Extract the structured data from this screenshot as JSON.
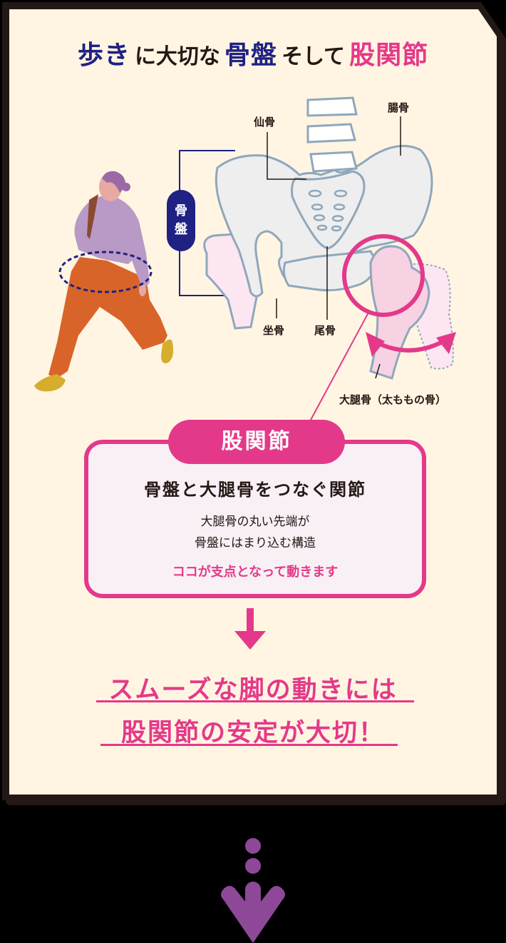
{
  "title": {
    "part1": "歩き",
    "part2": "に大切な",
    "part3": "骨盤",
    "part4": "そして",
    "part5": "股関節"
  },
  "colors": {
    "navy": "#1f2183",
    "pink": "#e4398a",
    "cream": "#fff5e2",
    "border": "#231815",
    "bone_fill": "#eeeeee",
    "bone_stroke": "#8fa7bc",
    "femur_fill": "#f6d2e3",
    "purple_arrow": "#8e4898"
  },
  "diagram": {
    "pelvis_pill": {
      "char1": "骨",
      "char2": "盤"
    },
    "labels": {
      "sacrum": "仙骨",
      "ilium": "腸骨",
      "ischium": "坐骨",
      "coccyx": "尾骨",
      "femur": "大腿骨（太ももの骨）"
    }
  },
  "info_box": {
    "tag": "股関節",
    "heading": "骨盤と大腿骨をつなぐ関節",
    "body_line1": "大腿骨の丸い先端が",
    "body_line2": "骨盤にはまり込む構造",
    "accent": "ココが支点となって動きます"
  },
  "conclusion": {
    "line1": "スムーズな脚の動きには",
    "line2": "股関節の安定が大切！"
  }
}
